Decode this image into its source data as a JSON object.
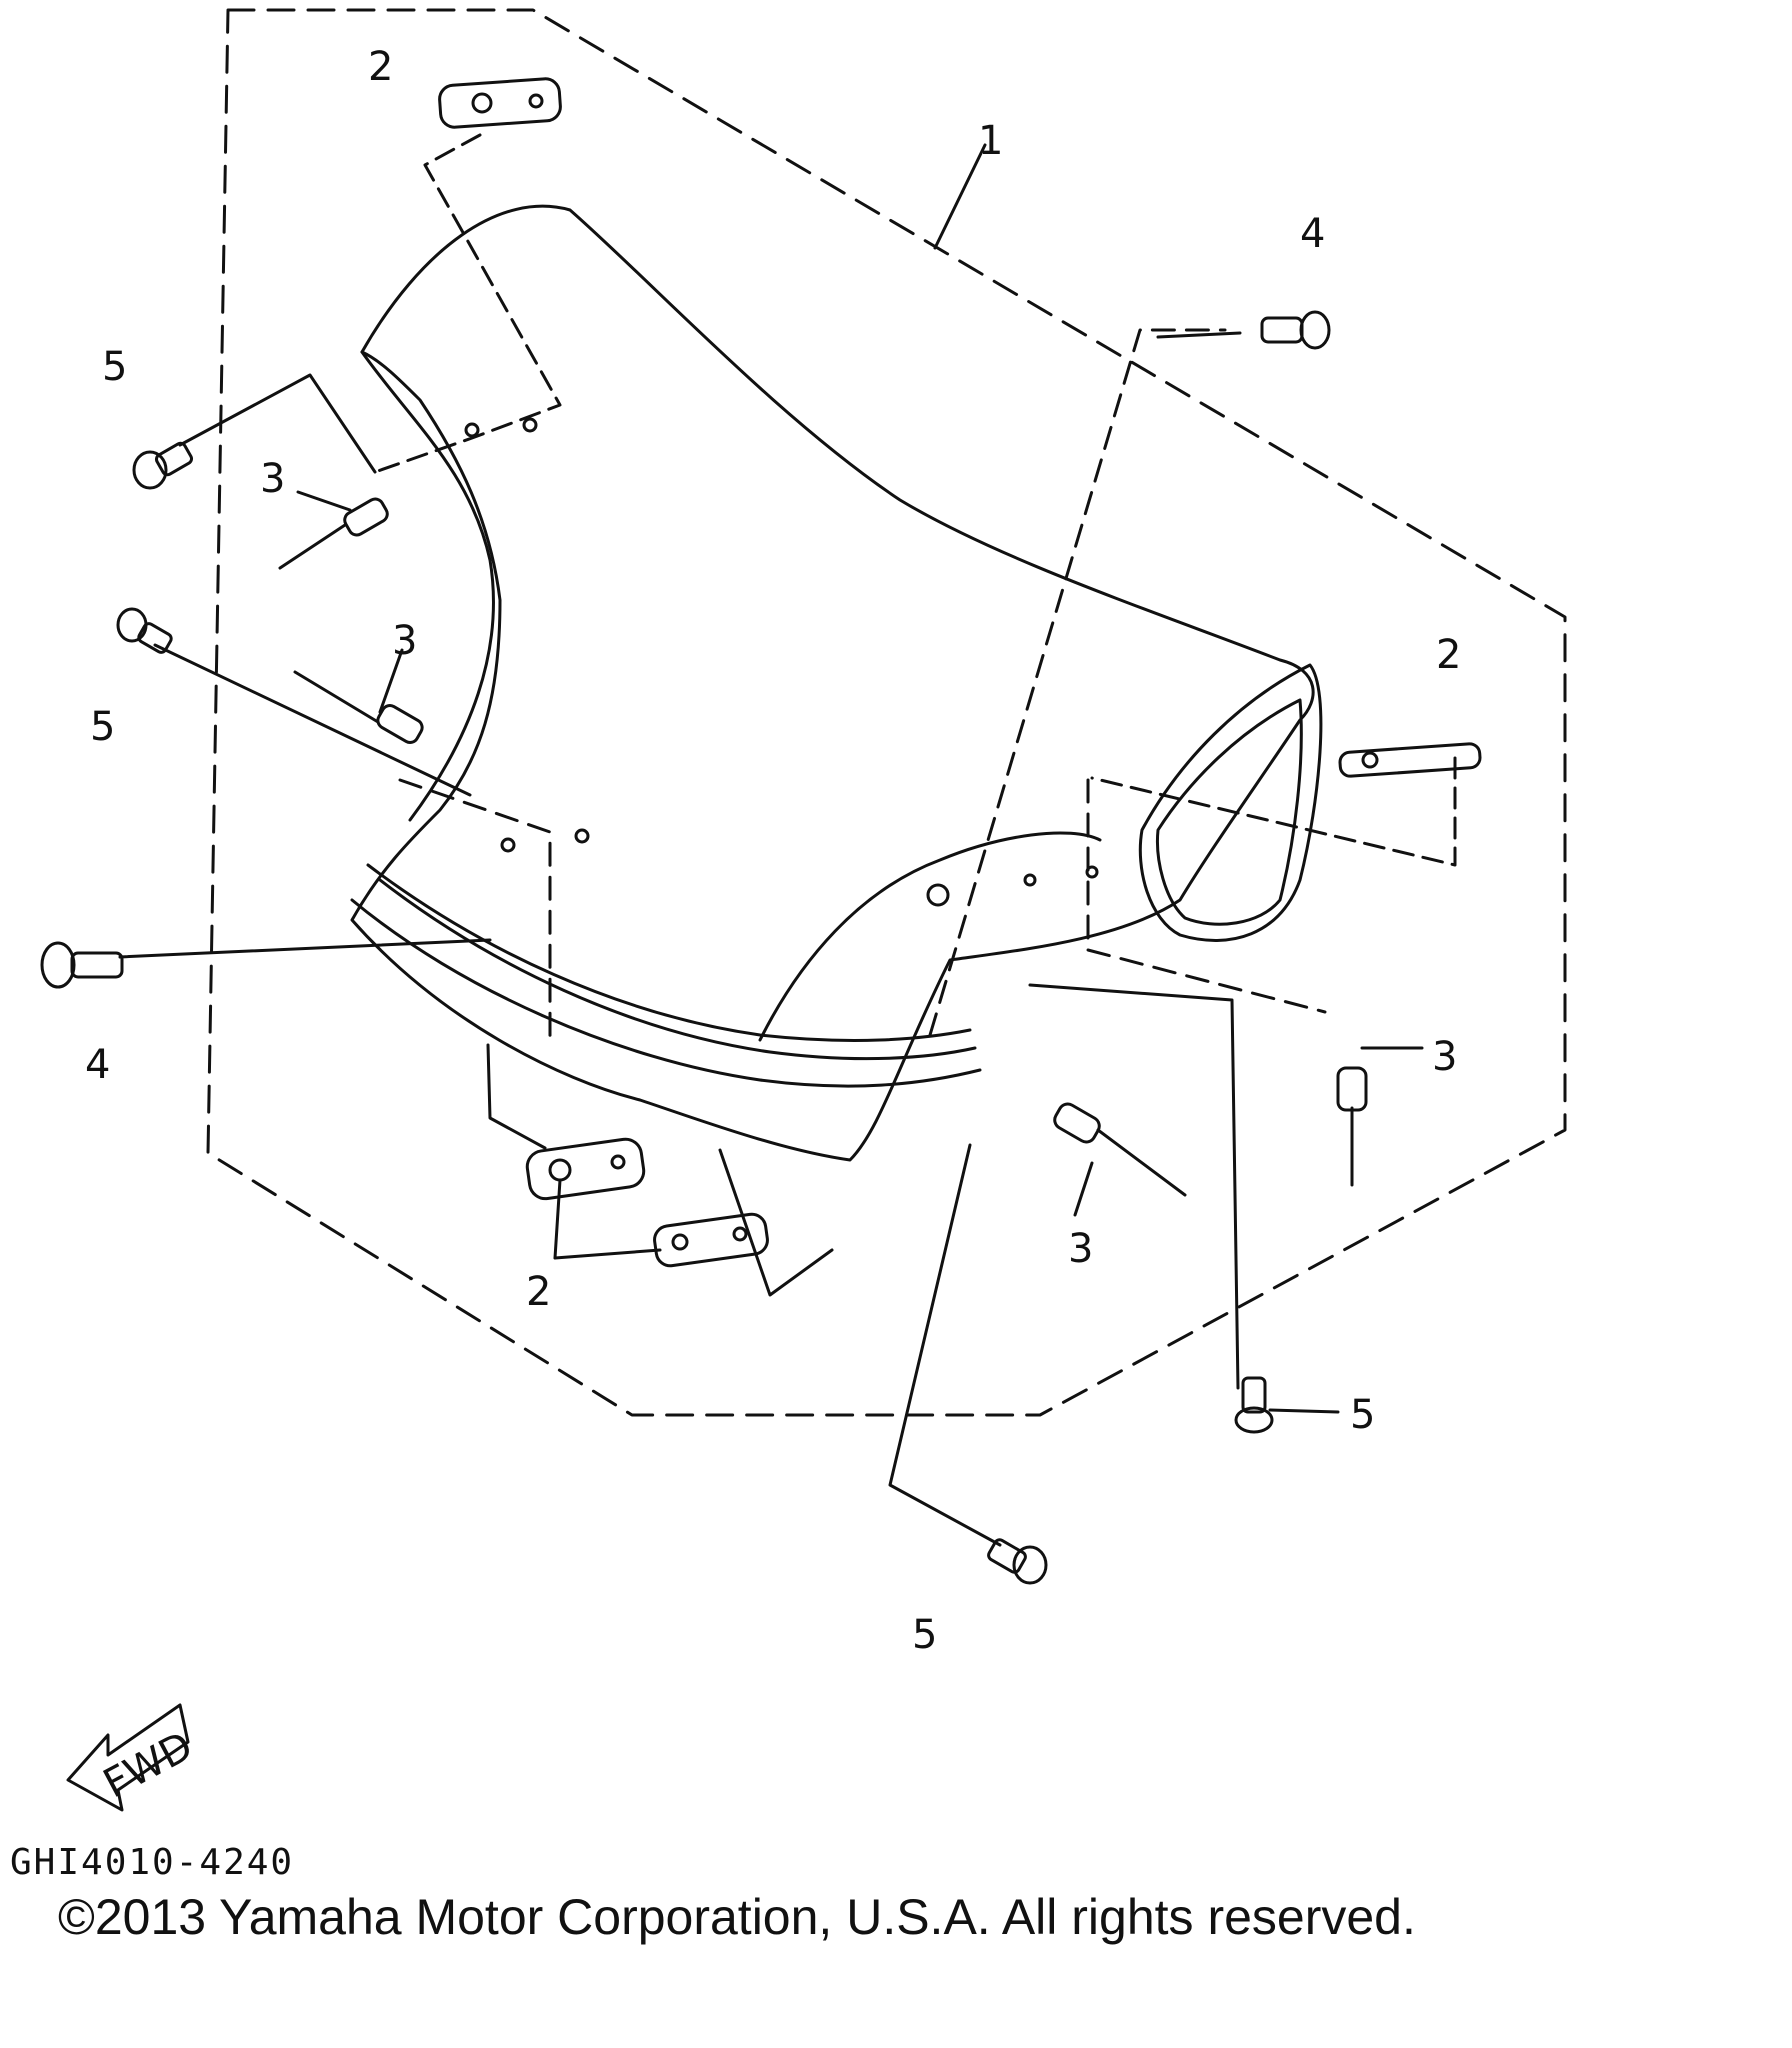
{
  "callouts": {
    "part_1": "1",
    "part_2": "2",
    "part_3": "3",
    "part_4": "4",
    "part_5": "5"
  },
  "fwd_label": "FWD",
  "part_code": "GHI4010-4240",
  "copyright": "©2013 Yamaha Motor Corporation, U.S.A. All rights reserved."
}
